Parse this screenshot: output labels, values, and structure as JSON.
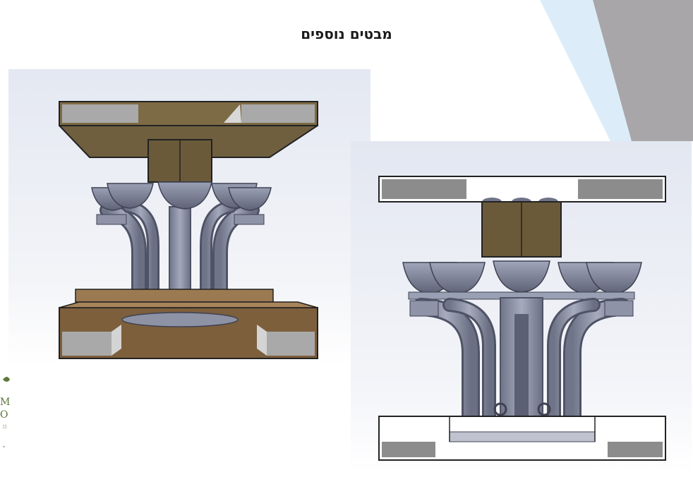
{
  "slide": {
    "title": "מבטים נוספים"
  },
  "colors": {
    "accent_gray": "#a9a6a8",
    "accent_light_blue": "#d9ecf8",
    "wood_dark": "#7a6a47",
    "wood_brown": "#8a6a44",
    "steel_blue": "#7f8499",
    "steel_dark": "#4d5062"
  },
  "images": [
    {
      "label": "3d-render-perspective-view"
    },
    {
      "label": "3d-render-front-view"
    }
  ],
  "logo": {
    "text": "M\nO"
  }
}
